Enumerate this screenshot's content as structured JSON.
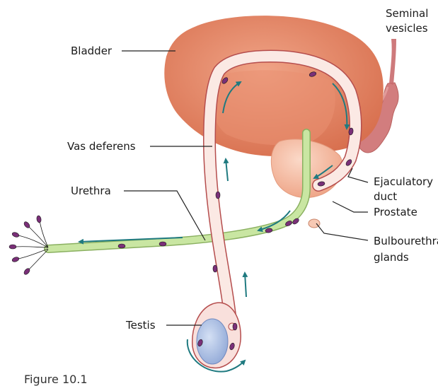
{
  "labels": {
    "seminal_vesicles": [
      "Seminal",
      "vesicles"
    ],
    "bladder": "Bladder",
    "vas_deferens": "Vas deferens",
    "urethra": "Urethra",
    "ejaculatory_duct": [
      "Ejaculatory",
      "duct"
    ],
    "prostate": "Prostate",
    "bulbourethral_glands": [
      "Bulbourethral",
      "glands"
    ],
    "testis": "Testis",
    "figure_caption": "Figure 10.1"
  },
  "colors": {
    "bladder": "#dd7a5c",
    "bladder_light": "#eca184",
    "prostate": "#f4b89c",
    "seminal": "#d07a7c",
    "vas_fill": "#fbe9e4",
    "vas_stroke": "#b54d4d",
    "urethra_fill": "#c9e6a2",
    "urethra_stroke": "#8ab060",
    "testis": "#a9bde3",
    "arrow": "#1f7a80",
    "sperm": "#7a2f78",
    "leader": "#222222"
  }
}
